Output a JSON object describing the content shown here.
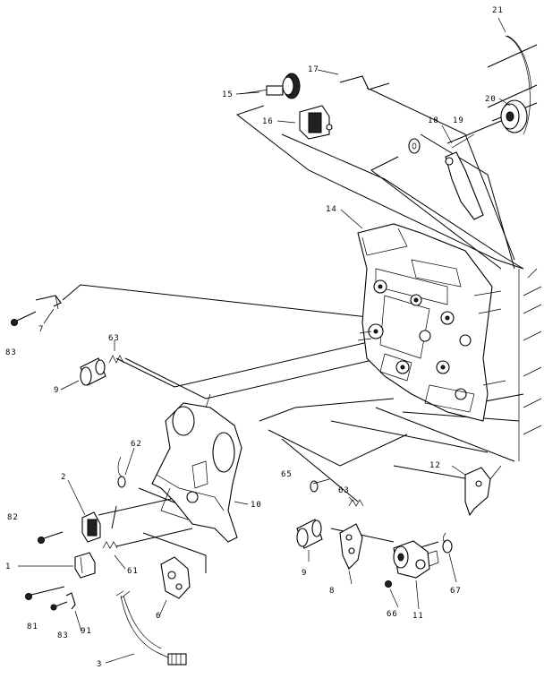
{
  "diagram": {
    "type": "exploded-parts-view",
    "callouts": [
      "1",
      "2",
      "3",
      "6",
      "7",
      "8",
      "9",
      "9",
      "10",
      "11",
      "12",
      "14",
      "15",
      "16",
      "17",
      "18",
      "19",
      "20",
      "21",
      "61",
      "62",
      "63",
      "63",
      "65",
      "66",
      "67",
      "81",
      "82",
      "83",
      "83",
      "91"
    ]
  }
}
